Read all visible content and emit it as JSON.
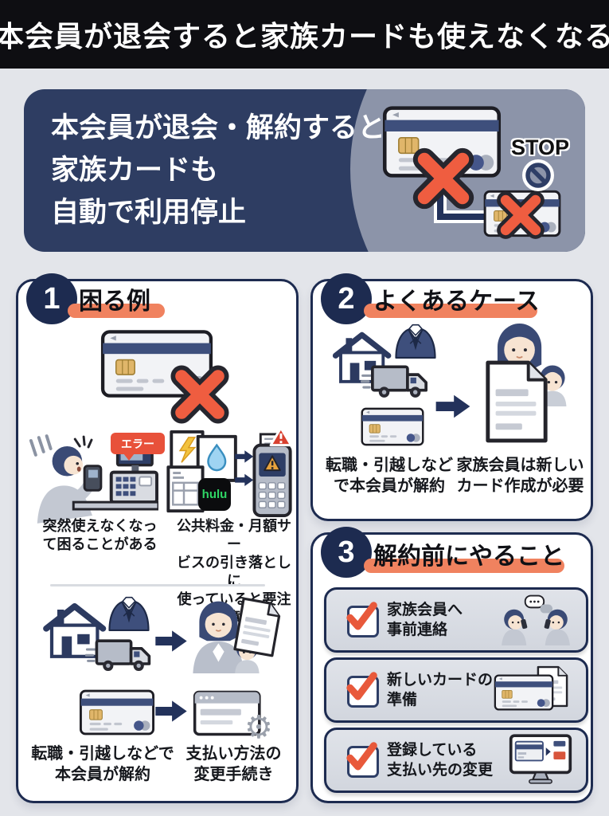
{
  "banner": {
    "title": "本会員が退会すると家族カードも使えなくなる"
  },
  "hero": {
    "line1": "本会員が退会・解約すると、",
    "line2": "家族カードも",
    "line3": "自動で利用停止",
    "stop_label": "STOP"
  },
  "section1": {
    "number": "1",
    "title": "困る例",
    "error_badge": "エラー",
    "hulu_logo": "hulu",
    "caption_register": [
      "突然使えなくなっ",
      "て困ることがある"
    ],
    "caption_bills": [
      "公共料金・月額サー",
      "ビスの引き落としに",
      "使っていると要注意"
    ],
    "caption_cancel": [
      "転職・引越しなどで",
      "本会員が解約"
    ],
    "caption_payment": [
      "支払い方法の",
      "変更手続き"
    ]
  },
  "section2": {
    "number": "2",
    "title": "よくあるケース",
    "caption_left": [
      "転職・引越しなど",
      "で本会員が解約"
    ],
    "caption_right": [
      "家族会員は新しい",
      "カード作成が必要"
    ]
  },
  "section3": {
    "number": "3",
    "title": "解約前にやること",
    "items": [
      {
        "line1": "家族会員へ",
        "line2": "事前連絡"
      },
      {
        "line1": "新しいカードの",
        "line2": "準備"
      },
      {
        "line1": "登録している",
        "line2": "支払い先の変更"
      }
    ]
  },
  "colors": {
    "accent_orange": "#F0825F",
    "navy": "#1D2B50",
    "hero_navy": "#2E3D62",
    "alert_red": "#E8513A",
    "x_red": "#EF5D40",
    "hulu_green": "#2FD565"
  }
}
